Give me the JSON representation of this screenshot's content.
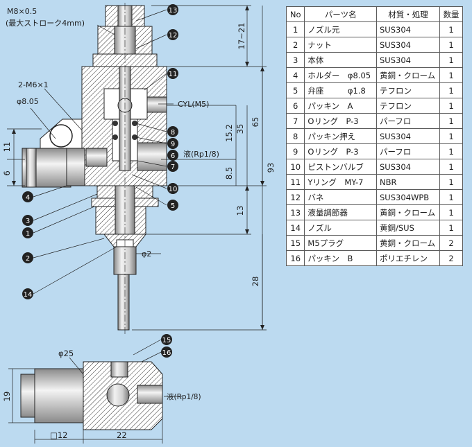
{
  "annotations": {
    "thread_top": "M8×0.5",
    "stroke_note": "(最大ストローク4mm)",
    "mount_holes": "2-M6×1",
    "holder_dia": "φ8.05",
    "cyl_port": "CYL(M5)",
    "liquid_port": "液(Rp1/8)",
    "liquid_port_bottom": "液(Rp1/8)",
    "nozzle_dia": "φ2",
    "bottom_dia": "φ25"
  },
  "dimensions": {
    "d_17_21": "17~21",
    "d_65": "65",
    "d_35": "35",
    "d_15_2": "15.2",
    "d_8_5": "8.5",
    "d_13": "13",
    "d_93": "93",
    "d_28": "28",
    "d_11": "11",
    "d_6": "6",
    "d_19": "19",
    "d_12": "□12",
    "d_22": "22"
  },
  "callouts": [
    "13",
    "12",
    "11",
    "8",
    "9",
    "6",
    "7",
    "10",
    "5",
    "4",
    "3",
    "1",
    "2",
    "14",
    "15",
    "16"
  ],
  "table": {
    "headers": [
      "No",
      "パーツ名",
      "材質・処理",
      "数量"
    ],
    "rows": [
      [
        "1",
        "ノズル元",
        "SUS304",
        "1"
      ],
      [
        "2",
        "ナット",
        "SUS304",
        "1"
      ],
      [
        "3",
        "本体",
        "SUS304",
        "1"
      ],
      [
        "4",
        "ホルダー　φ8.05",
        "黄銅・クローム",
        "1"
      ],
      [
        "5",
        "弁座　　　φ1.8",
        "テフロン",
        "1"
      ],
      [
        "6",
        "パッキン　A",
        "テフロン",
        "1"
      ],
      [
        "7",
        "Oリング　P-3",
        "パーフロ",
        "1"
      ],
      [
        "8",
        "パッキン押え",
        "SUS304",
        "1"
      ],
      [
        "9",
        "Oリング　P-3",
        "パーフロ",
        "1"
      ],
      [
        "10",
        "ピストンバルブ",
        "SUS304",
        "1"
      ],
      [
        "11",
        "Yリング　MY-7",
        "NBR",
        "1"
      ],
      [
        "12",
        "バネ",
        "SUS304WPB",
        "1"
      ],
      [
        "13",
        "液量調節器",
        "黄銅・クローム",
        "1"
      ],
      [
        "14",
        "ノズル",
        "黄銅/SUS",
        "1"
      ],
      [
        "15",
        "M5プラグ",
        "黄銅・クローム",
        "2"
      ],
      [
        "16",
        "パッキン　B",
        "ポリエチレン",
        "2"
      ]
    ]
  }
}
